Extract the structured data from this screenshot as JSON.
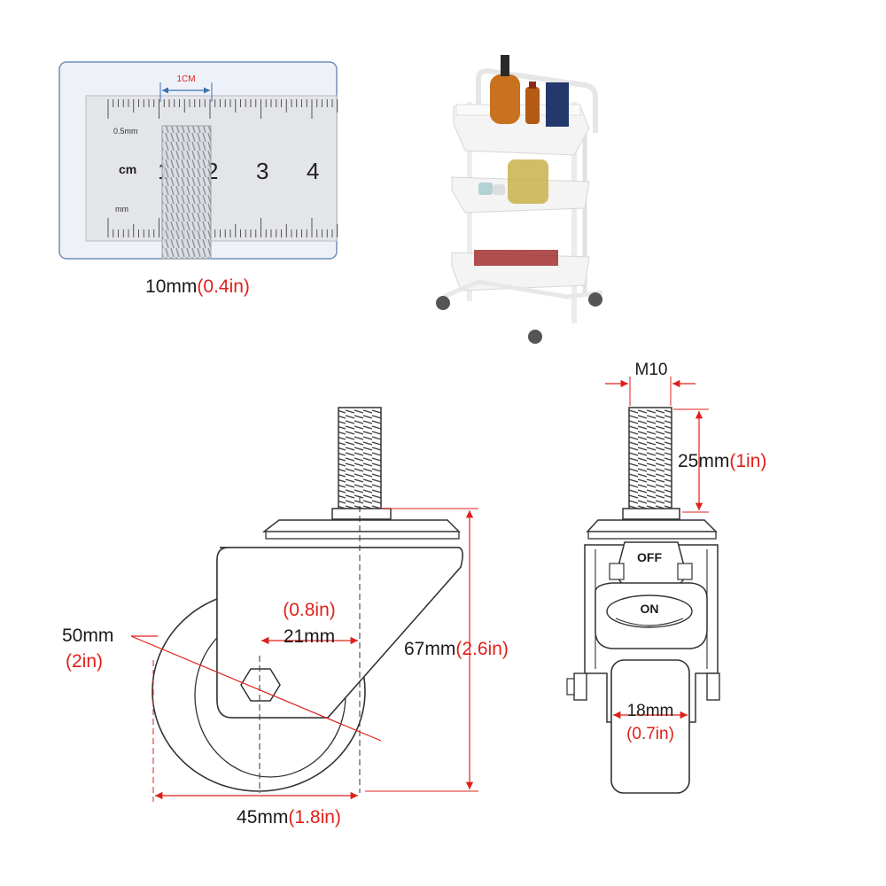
{
  "ruler_photo": {
    "callout": "1CM",
    "scale_label": "0.5mm",
    "unit_cm": "cm",
    "unit_mm": "mm",
    "numbers": [
      "1",
      "2",
      "3",
      "4"
    ],
    "caption_metric": "10mm",
    "caption_imperial": "(0.4in)"
  },
  "wheel_side_view": {
    "wheel_diameter_metric": "50mm",
    "wheel_diameter_imperial": "(2in)",
    "offset_metric": "21mm",
    "offset_imperial": "(0.8in)",
    "total_height_metric": "67mm",
    "total_height_imperial": "(2.6in)",
    "width_metric": "45mm",
    "width_imperial": "(1.8in)"
  },
  "wheel_front_view": {
    "thread_size": "M10",
    "stem_length_metric": "25mm",
    "stem_length_imperial": "(1in)",
    "brake_off": "OFF",
    "brake_on": "ON",
    "wheel_width_metric": "18mm",
    "wheel_width_imperial": "(0.7in)"
  },
  "colors": {
    "metric_text": "#1a1a1a",
    "imperial_text": "#e0201b",
    "dimension_line": "#e0201b",
    "outline": "#333333",
    "frame_border": "#6f8fb8"
  }
}
